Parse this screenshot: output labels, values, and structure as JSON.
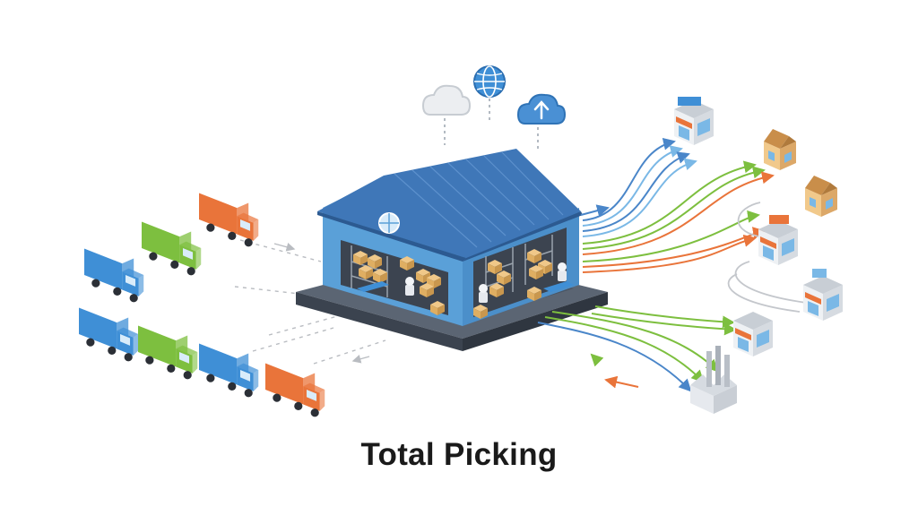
{
  "caption": "Total Picking",
  "colors": {
    "background": "#ffffff",
    "roof": "#3f77b8",
    "walls": "#5aa0d8",
    "floor": "#4a5563",
    "truck_blue": "#3f8fd6",
    "truck_green": "#7dbf3f",
    "truck_orange": "#e9743a",
    "flow_blue": "#4a86c9",
    "flow_lightblue": "#7ab8e6",
    "flow_green": "#7dbf3f",
    "flow_orange": "#e9743a",
    "flow_gray": "#c4c7cc",
    "box": "#e3b56f"
  },
  "icons": [
    "cloud-icon",
    "globe-icon",
    "cloud-upload-icon"
  ],
  "trucks": [
    "blue",
    "green",
    "orange",
    "blue",
    "green",
    "blue",
    "orange"
  ],
  "destinations": [
    "store",
    "house",
    "house",
    "store",
    "store",
    "store",
    "factory"
  ]
}
